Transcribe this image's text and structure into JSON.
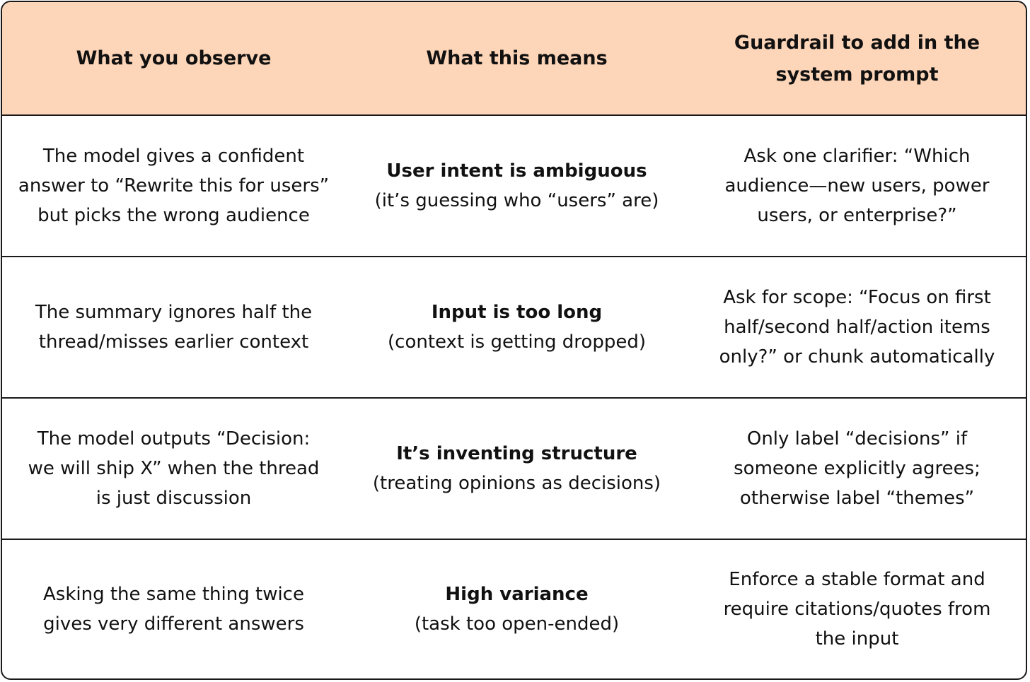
{
  "header": {
    "col1": "What you observe",
    "col2": "What this means",
    "col3": "Guardrail to add in the system prompt"
  },
  "rows": [
    {
      "observe": "The model gives a confident answer to “Rewrite this for users” but picks the wrong audience",
      "meaning_title": "User intent is ambiguous",
      "meaning_detail": "(it’s guessing who “users” are)",
      "guardrail": "Ask one clarifier: “Which audience—new users, power users, or enterprise?”"
    },
    {
      "observe": "The summary ignores half the thread/misses earlier context",
      "meaning_title": "Input is too long",
      "meaning_detail": "(context is getting dropped)",
      "guardrail": "Ask for scope: “Focus on first half/second half/action items only?” or chunk automatically"
    },
    {
      "observe": "The model outputs “Decision: we will ship X” when the thread is just discussion",
      "meaning_title": "It’s inventing structure",
      "meaning_detail": "(treating opinions as decisions)",
      "guardrail": "Only label “decisions” if someone explicitly agrees; otherwise label “themes”"
    },
    {
      "observe": "Asking the same thing twice gives very different answers",
      "meaning_title": "High variance",
      "meaning_detail": "(task too open-ended)",
      "guardrail": "Enforce a stable format and require citations/quotes from the input"
    }
  ]
}
